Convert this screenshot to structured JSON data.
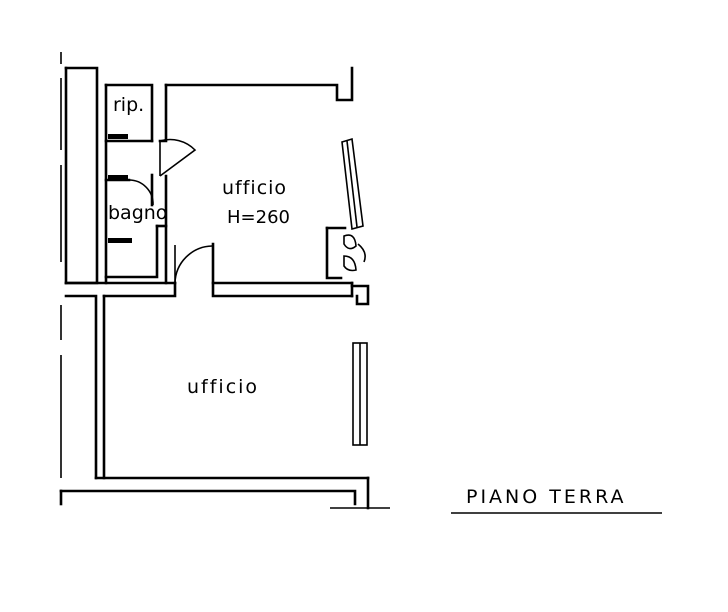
{
  "plan": {
    "rooms": {
      "storage": {
        "label": "rip."
      },
      "bathroom": {
        "label": "bagno"
      },
      "office_upper": {
        "label": "ufficio",
        "height_note": "H=260"
      },
      "office_lower": {
        "label": "ufficio"
      }
    },
    "floor_label": "PIANO TERRA"
  }
}
